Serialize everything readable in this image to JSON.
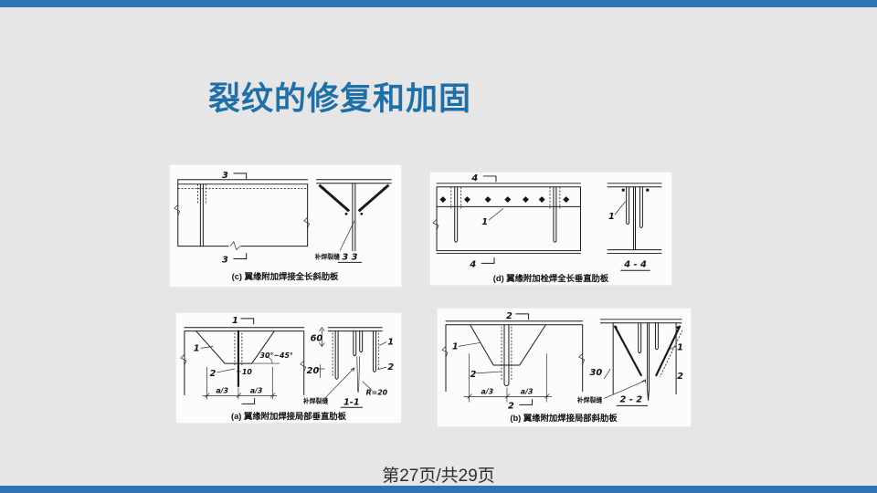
{
  "slide": {
    "title": "裂纹的修复和加固",
    "page_indicator": "第27页/共29页",
    "colors": {
      "accent_bar": "#2E74B5",
      "title_text": "#1F6FA8",
      "background": "#E6E6E6",
      "panel": "#FCFCFC"
    }
  },
  "figures": {
    "c": {
      "caption": "(c)  翼缘附加焊接全长斜肋板",
      "labels": {
        "section_marker": "3",
        "weld_note": "补焊裂缝",
        "section_title": "3  3"
      }
    },
    "d": {
      "caption": "(d)  翼缘附加栓焊全长垂直肋板",
      "labels": {
        "section_marker": "4",
        "part_1": "1",
        "section_title": "4 - 4"
      }
    },
    "a": {
      "caption": "(a)  翼缘附加焊接局部垂直肋板",
      "labels": {
        "section_marker": "1",
        "part_1": "1",
        "part_2": "2",
        "angle": "30°~45°",
        "d10": "10",
        "a3": "a/3",
        "d60": "60",
        "d20": "20",
        "weld_note": "补焊裂缝",
        "r20": "R=20",
        "section_title": "1-1"
      }
    },
    "b": {
      "caption": "(b)  翼缘附加焊接局部斜肋板",
      "labels": {
        "section_marker": "2",
        "part_1": "1",
        "part_2": "2",
        "a3": "a/3",
        "d30": "30",
        "weld_note": "补焊裂缝",
        "section_title": "2 - 2"
      }
    }
  }
}
